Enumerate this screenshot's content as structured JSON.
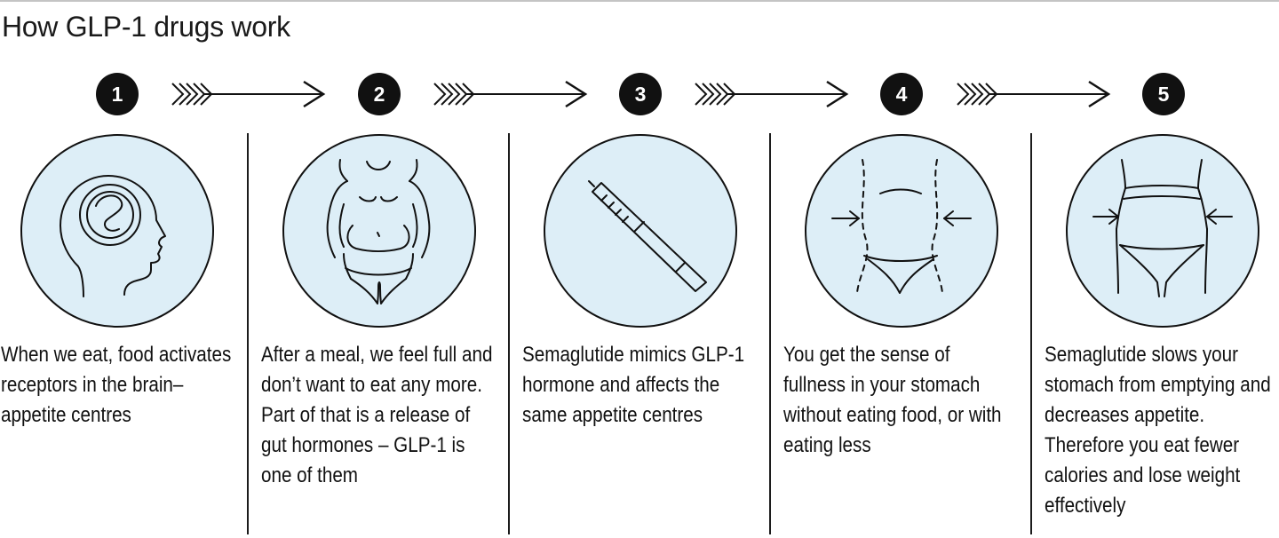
{
  "title": "How GLP-1 drugs work",
  "colors": {
    "circle_fill": "#ddeef7",
    "ink": "#111111",
    "step_badge": "#111111"
  },
  "steps": [
    {
      "number": "1",
      "icon": "head-brain-icon",
      "text": "When we eat, food activates receptors in the brain– appetite centres"
    },
    {
      "number": "2",
      "icon": "full-body-icon",
      "text": "After a meal, we feel full and don’t want to eat any more. Part of that is a release of gut hormones – GLP-1 is one of them"
    },
    {
      "number": "3",
      "icon": "injection-pen-icon",
      "text": "Semaglutide mimics GLP-1 hormone and affects the same appetite centres"
    },
    {
      "number": "4",
      "icon": "stomach-fullness-icon",
      "text": "You get the sense of fullness in your stomach without eating food, or with eating less"
    },
    {
      "number": "5",
      "icon": "slim-waist-icon",
      "text": "Semaglutide slows your stomach from emptying and decreases appetite. Therefore you eat fewer calories and lose weight effectively"
    }
  ]
}
